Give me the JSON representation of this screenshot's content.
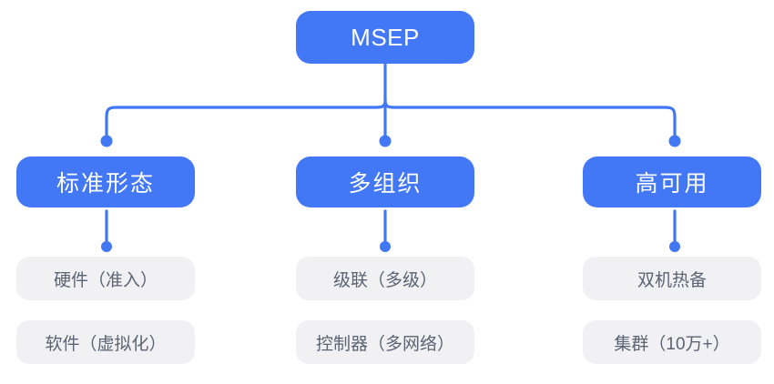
{
  "diagram": {
    "title_node": {
      "label": "MSEP"
    },
    "accent_color": "#4277f5",
    "leaf_bg_color": "#f1f1f3",
    "leaf_text_color": "#5a6474",
    "branches": [
      {
        "label": "标准形态",
        "children": [
          {
            "label": "硬件（准入）"
          },
          {
            "label": "软件（虚拟化）"
          }
        ]
      },
      {
        "label": "多组织",
        "children": [
          {
            "label": "级联（多级）"
          },
          {
            "label": "控制器（多网络）"
          }
        ]
      },
      {
        "label": "高可用",
        "children": [
          {
            "label": "双机热备"
          },
          {
            "label": "集群（10万+）"
          }
        ]
      }
    ]
  }
}
